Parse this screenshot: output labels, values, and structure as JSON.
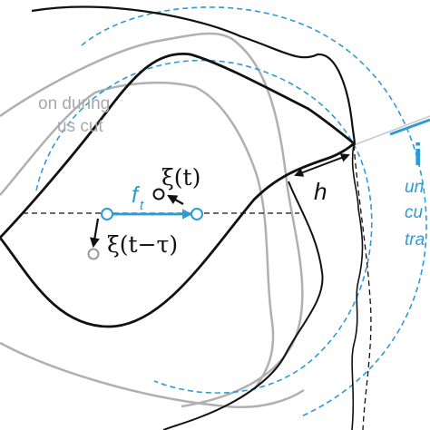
{
  "labels": {
    "previous_cut_line1": "on during",
    "previous_cut_line2": "us cut",
    "xi_t": "ξ(t)",
    "xi_t_tau": "ξ(t−τ)",
    "force": "f",
    "force_sub": "t",
    "h": "h",
    "blue_right_line1": "un",
    "blue_right_line2": "cu",
    "blue_right_line3": "tra",
    "blue_edge_glyph": "i"
  },
  "colors": {
    "gray": "#b0b0b0",
    "black": "#111111",
    "blue": "#2e9ad6"
  }
}
